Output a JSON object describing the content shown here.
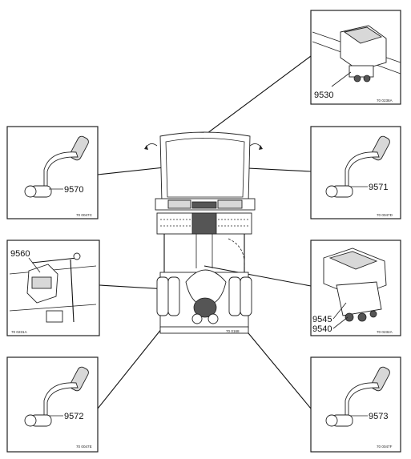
{
  "parts": [
    {
      "id": "9530",
      "ref": "70 0238A"
    },
    {
      "id": "9570",
      "ref": "70 0047C"
    },
    {
      "id": "9571",
      "ref": "70 0047D"
    },
    {
      "id": "9560",
      "ref": "70 0231A"
    },
    {
      "id": "9545",
      "ref": "70 0232A"
    },
    {
      "id": "9540"
    },
    {
      "id": "9572",
      "ref": "70 0047E"
    },
    {
      "id": "9573",
      "ref": "70 0047F"
    }
  ],
  "truck": {
    "ref": "70 0168"
  }
}
